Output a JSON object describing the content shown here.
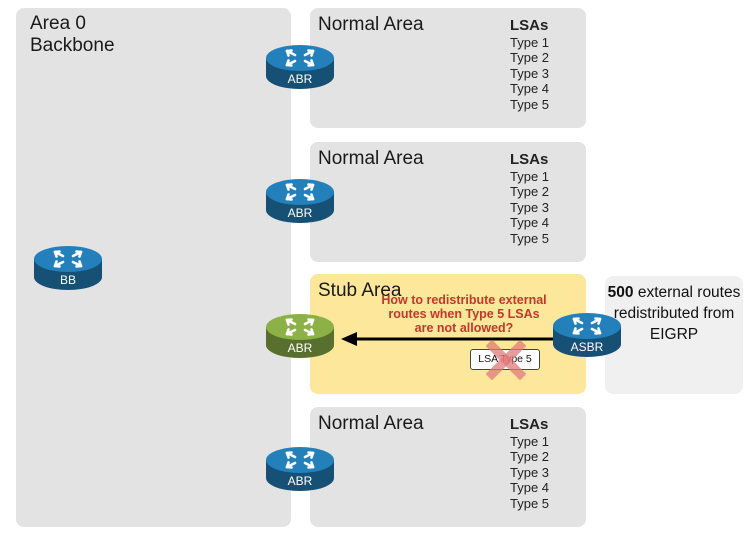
{
  "backbone": {
    "title_line1": "Area 0",
    "title_line2": "Backbone"
  },
  "areas": [
    {
      "title": "Normal Area",
      "lsas_header": "LSAs",
      "lsas": [
        "Type 1",
        "Type 2",
        "Type 3",
        "Type 4",
        "Type 5"
      ]
    },
    {
      "title": "Normal Area",
      "lsas_header": "LSAs",
      "lsas": [
        "Type 1",
        "Type 2",
        "Type 3",
        "Type 4",
        "Type 5"
      ]
    },
    {
      "title": "Stub Area"
    },
    {
      "title": "Normal Area",
      "lsas_header": "LSAs",
      "lsas": [
        "Type 1",
        "Type 2",
        "Type 3",
        "Type 4",
        "Type 5"
      ]
    }
  ],
  "routers": {
    "abr1": "ABR",
    "abr2": "ABR",
    "abr_stub": "ABR",
    "abr3": "ABR",
    "bb": "BB",
    "asbr": "ASBR"
  },
  "question": "How to redistribute external routes when Type 5 LSAs are not allowed?",
  "blocked_label": "LSA Type 5",
  "external_box": {
    "count": "500",
    "text": "external routes redistributed from EIGRP"
  },
  "colors": {
    "router_blue": "#1e6fa3",
    "router_green": "#7a9a3e",
    "stub_fill": "#fde79a",
    "question_red": "#c0392b",
    "block_x": "#e07a7a"
  }
}
